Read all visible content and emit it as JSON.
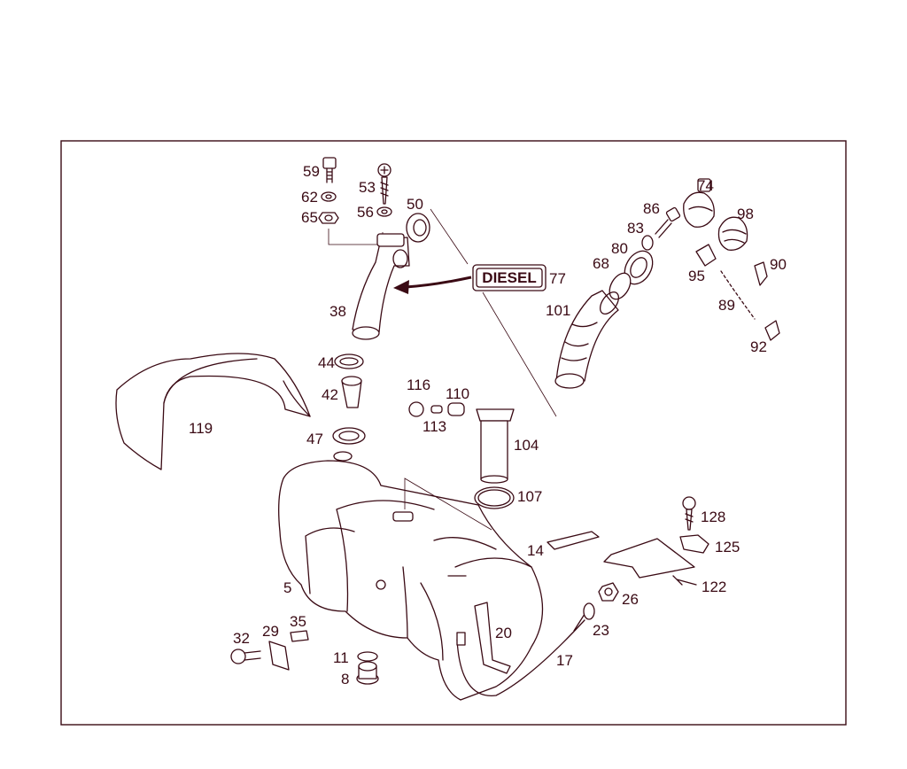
{
  "diagram": {
    "colors": {
      "ink": "#3a0a14",
      "background": "#ffffff"
    },
    "badge_text": "DIESEL",
    "part_numbers": {
      "p59": "59",
      "p62": "62",
      "p65": "65",
      "p53": "53",
      "p56": "56",
      "p50": "50",
      "p38": "38",
      "p77": "77",
      "p74": "74",
      "p86": "86",
      "p83": "83",
      "p98": "98",
      "p80": "80",
      "p68": "68",
      "p90": "90",
      "p95": "95",
      "p89": "89",
      "p101": "101",
      "p92": "92",
      "p44": "44",
      "p42": "42",
      "p47": "47",
      "p116": "116",
      "p110": "110",
      "p113": "113",
      "p104": "104",
      "p119": "119",
      "p107": "107",
      "p128": "128",
      "p125": "125",
      "p14": "14",
      "p122": "122",
      "p5": "5",
      "p26": "26",
      "p23": "23",
      "p35": "35",
      "p29": "29",
      "p32": "32",
      "p20": "20",
      "p11": "11",
      "p17": "17",
      "p8": "8"
    }
  }
}
